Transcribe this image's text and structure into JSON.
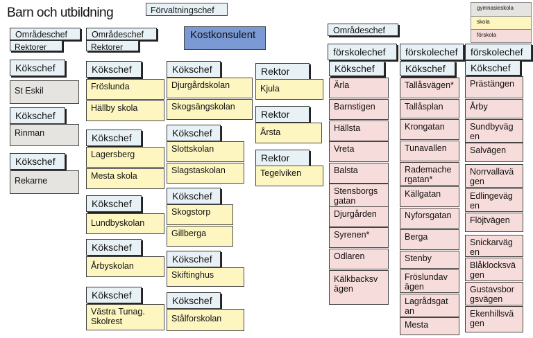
{
  "title": "Barn och utbildning",
  "forvaltningschef": "Förvaltningschef",
  "kostkonsulent": "Kostkonsulent",
  "omradeschef": "Områdeschef",
  "rektorer": "Rektorer",
  "kokschef": "Kökschef",
  "rektor": "Rektor",
  "forskolechef": "förskolechef",
  "legend": [
    "gymnasieskola",
    "skola",
    "förskola"
  ],
  "colors": {
    "gymnasieskola": "#e6e4e1",
    "skola": "#fdf6c0",
    "forskola": "#f6dcda",
    "kostkonsulent": "#7b99d4"
  },
  "gymnasium": [
    "St Eskil",
    "Rinman",
    "Rekarne"
  ],
  "skolor_a": [
    "Fröslunda",
    "Hällby skola",
    "Lagersberg",
    "Mesta skola",
    "Lundbyskolan",
    "Årbyskolan",
    "Västra Tunag. Skolrest"
  ],
  "skolor_b": [
    "Djurgårdskolan",
    "Skogsängskolan",
    "Slottskolan",
    "Slagstaskolan",
    "Skogstorp",
    "Gillberga",
    "Skiftinghus",
    "Stålforskolan"
  ],
  "rektor_skolor": [
    "Kjula",
    "Årsta",
    "Tegelviken"
  ],
  "forskolor_1": [
    "Ärla",
    "Barnstigen",
    "Hällsta",
    "Vreta",
    "Balsta",
    "Stensborgs gatan",
    "Djurgården",
    "Syrenen*",
    "Odlaren",
    "Kälkbacksv ägen"
  ],
  "forskolor_2": [
    "Tallåsvägen*",
    "Tallåsplan",
    "Krongatan",
    "Tunavallen",
    "Rademache rgatan*",
    "Källgatan",
    "Nyforsgatan",
    "Berga",
    "Stenby",
    "Fröslundav ägen",
    "Lagrådsgat an",
    "Mesta"
  ],
  "forskolor_3": [
    "Prästängen",
    "Årby",
    "Sundbyväg en",
    "Salvägen",
    "Norrvallavä gen",
    "Edlingeväg en",
    "Flöjtvägen",
    "Snickarväg en",
    "Blåklocksvä gen",
    "Gustavsbor gsvägen",
    "Ekenhillsvä gen"
  ]
}
